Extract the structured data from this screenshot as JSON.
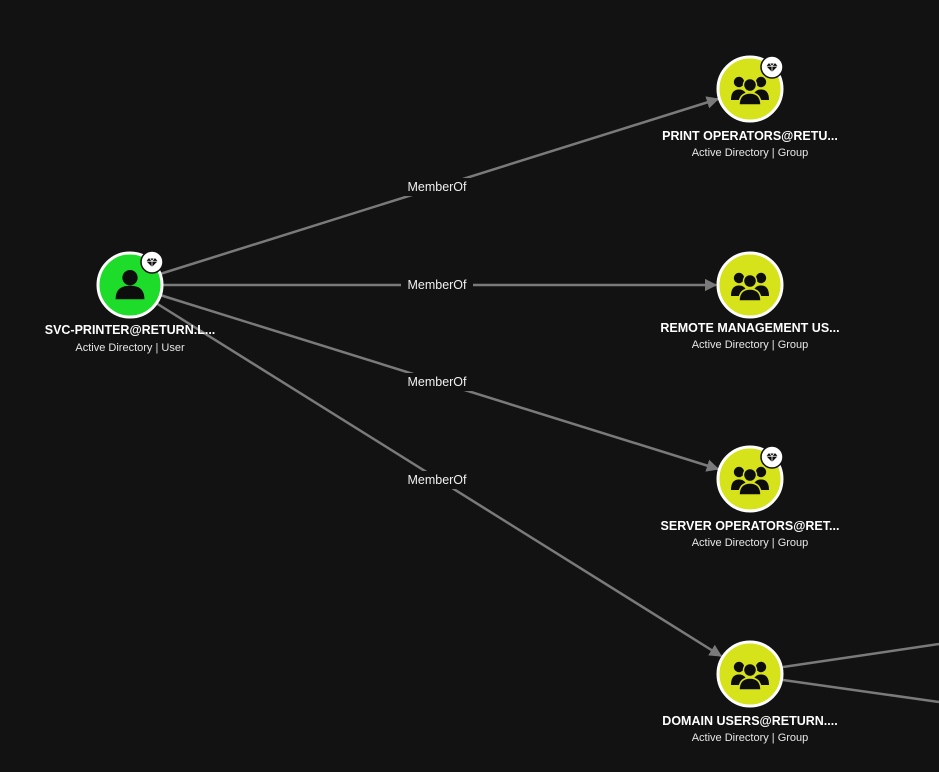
{
  "colors": {
    "background": "#121213",
    "edge": "#7a7a7a",
    "user_node": "#1edd2a",
    "group_node": "#d6e21a",
    "node_ring": "#ffffff",
    "badge": "#ffffff",
    "icon": "#0d0d0d"
  },
  "nodes": {
    "svc_printer": {
      "name": "SVC-PRINTER@RETURN.L...",
      "subtitle": "Active Directory | User",
      "kind": "user",
      "icon": "user-icon",
      "tier_zero_badge": true
    },
    "print_operators": {
      "name": "PRINT OPERATORS@RETU...",
      "subtitle": "Active Directory | Group",
      "kind": "group",
      "icon": "group-icon",
      "tier_zero_badge": true
    },
    "remote_management": {
      "name": "REMOTE MANAGEMENT US...",
      "subtitle": "Active Directory | Group",
      "kind": "group",
      "icon": "group-icon",
      "tier_zero_badge": false
    },
    "server_operators": {
      "name": "SERVER OPERATORS@RET...",
      "subtitle": "Active Directory | Group",
      "kind": "group",
      "icon": "group-icon",
      "tier_zero_badge": true
    },
    "domain_users": {
      "name": "DOMAIN USERS@RETURN....",
      "subtitle": "Active Directory | Group",
      "kind": "group",
      "icon": "group-icon",
      "tier_zero_badge": false
    }
  },
  "edges": [
    {
      "from": "svc_printer",
      "to": "print_operators",
      "label": "MemberOf"
    },
    {
      "from": "svc_printer",
      "to": "remote_management",
      "label": "MemberOf"
    },
    {
      "from": "svc_printer",
      "to": "server_operators",
      "label": "MemberOf"
    },
    {
      "from": "svc_printer",
      "to": "domain_users",
      "label": "MemberOf"
    }
  ]
}
